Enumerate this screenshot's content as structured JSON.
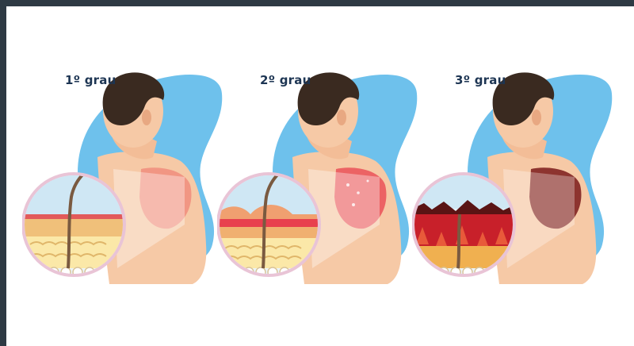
{
  "panels": [
    {
      "label": "1º grau"
    },
    {
      "label": "2º grau"
    },
    {
      "label": "3º grau"
    }
  ],
  "colors": {
    "background_blob": "#6ec1ec",
    "skin": "#f6c9a6",
    "hair": "#3a2a20",
    "first_degree_burn": "#f08a7a",
    "second_degree_burn": "#e8404e",
    "third_degree_burn": "#7a1a1a",
    "label_text": "#1d3553"
  }
}
